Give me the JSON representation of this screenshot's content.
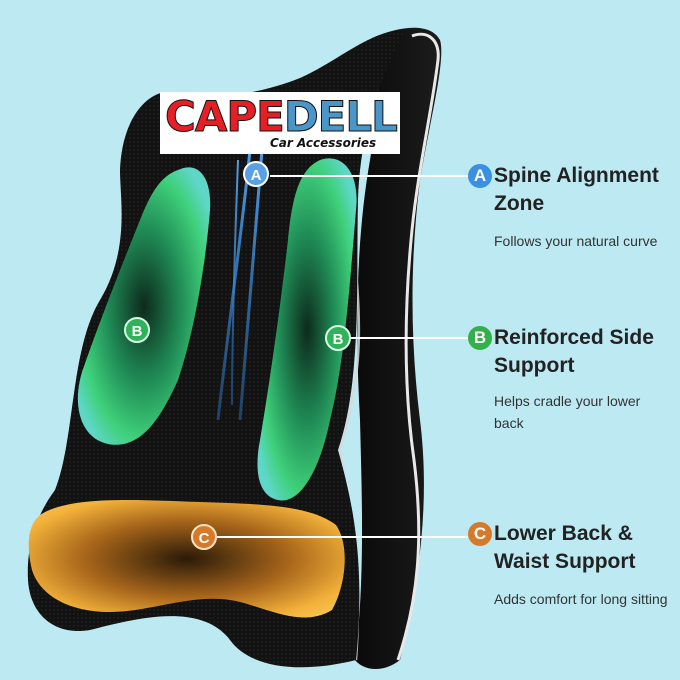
{
  "logo": {
    "word_part1": "CAPE",
    "word_part2": "DELL",
    "subtitle": "Car Accessories"
  },
  "features": [
    {
      "letter": "A",
      "title": "Spine Alignment Zone",
      "description": "Follows your natural curve",
      "color": "#3b8fe0"
    },
    {
      "letter": "B",
      "title": "Reinforced Side Support",
      "description": "Helps cradle your lower back",
      "color": "#33b04a"
    },
    {
      "letter": "C",
      "title": "Lower Back & Waist Support",
      "description": "Adds comfort for long sitting",
      "color": "#d57a2a"
    }
  ],
  "colors": {
    "background": "#bde9f2",
    "cushion": "#111111",
    "spine_zone": "#5aa0e6",
    "side_zone": "#3fd07a",
    "lower_zone": "#f3b13a"
  }
}
